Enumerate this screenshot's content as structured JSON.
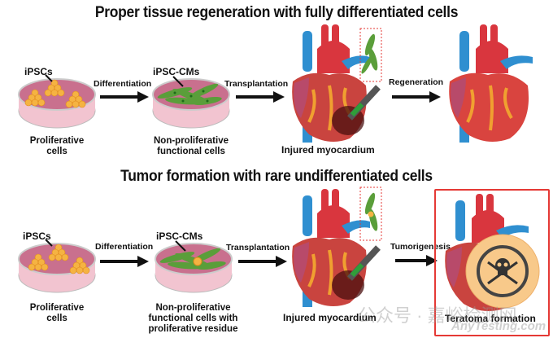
{
  "panels": [
    {
      "title": "Proper tissue regeneration with fully differentiated cells",
      "dish1": {
        "label": "iPSCs",
        "caption_lines": [
          "Proliferative",
          "cells"
        ]
      },
      "arrow1": "Differentiation",
      "dish2": {
        "label": "iPSC-CMs",
        "caption_lines": [
          "Non-proliferative",
          "functional cells"
        ]
      },
      "arrow2": "Transplantation",
      "heart1": {
        "caption": "Injured myocardium"
      },
      "arrow3": "Regeneration",
      "outcome": {
        "caption": ""
      }
    },
    {
      "title": "Tumor formation with rare undifferentiated cells",
      "dish1": {
        "label": "iPSCs",
        "caption_lines": [
          "Proliferative",
          "cells"
        ]
      },
      "arrow1": "Differentiation",
      "dish2": {
        "label": "iPSC-CMs",
        "caption_lines": [
          "Non-proliferative",
          "functional cells with",
          "proliferative residue"
        ]
      },
      "arrow2": "Transplantation",
      "heart1": {
        "caption": "Injured myocardium"
      },
      "arrow3": "Tumorigenesis",
      "outcome": {
        "caption": "Teratoma formation"
      }
    }
  ],
  "watermark": {
    "text": "公众号 · 嘉峪检测网",
    "sub": "AnyTesting.com"
  },
  "colors": {
    "dish_medium": "#c9708e",
    "dish_wall": "#f2c4d0",
    "ipsc": "#f5b342",
    "cm": "#5a9e3a",
    "highlight_box": "#e53935",
    "heart_red": "#d9363e",
    "vessel_blue": "#2f8fd0"
  }
}
